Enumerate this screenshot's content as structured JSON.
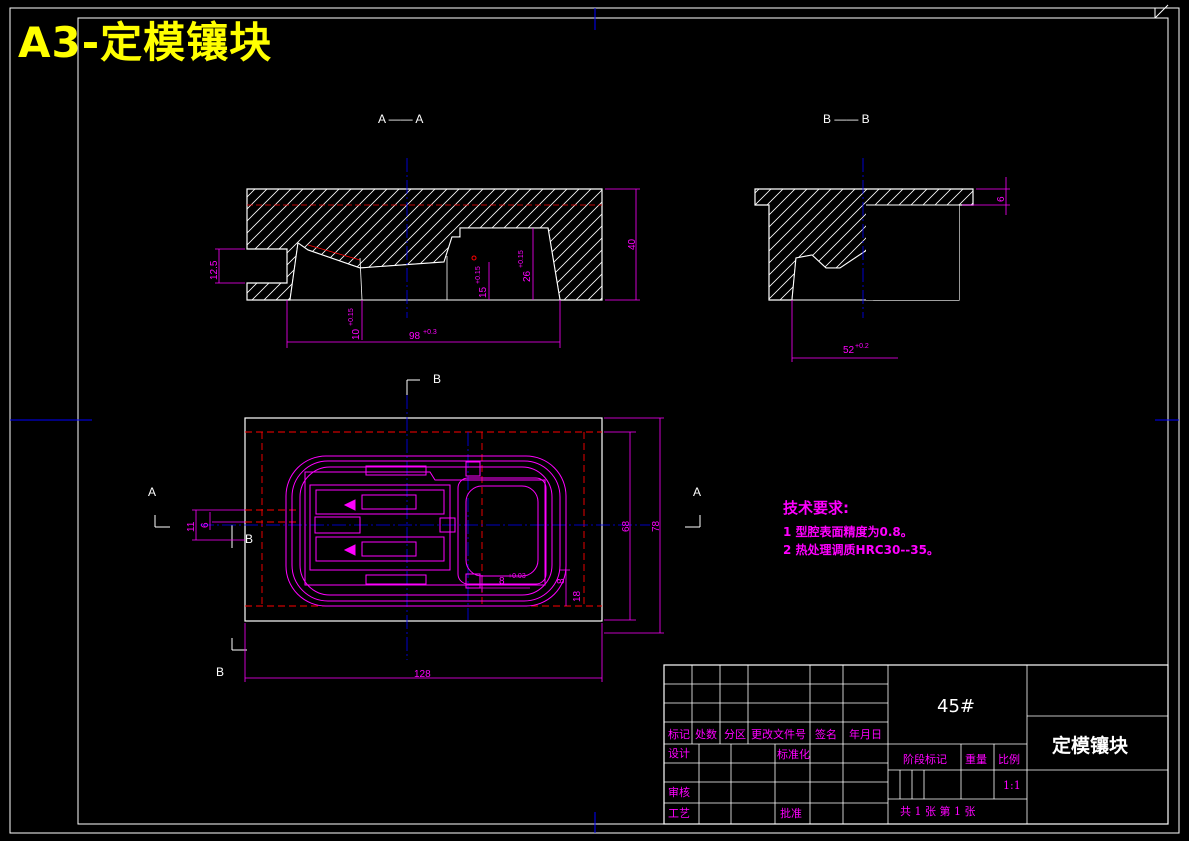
{
  "title": "A3-定模镶块",
  "section_labels": {
    "aa": "A —— A",
    "bb": "B —— B",
    "a_left": "A",
    "a_right": "A",
    "b_top": "B",
    "b_bottom": "B",
    "b_inner": "B"
  },
  "dimensions": {
    "d40": "40",
    "d12_5": "12.5",
    "d26": "26",
    "d26_tol": "+0.15",
    "d15": "15",
    "d15_tol": "+0.15",
    "d10": "10",
    "d10_tol": "+0.15",
    "d98": "98",
    "d98_tol": "+0.3",
    "d6": "6",
    "d52": "52",
    "d52_tol": "+0.2",
    "d68": "68",
    "d78": "78",
    "d11": "11",
    "d6b": "6",
    "d8": "8",
    "d8_tol": "+0.03",
    "d8b": "8",
    "d18": "18",
    "d128": "128"
  },
  "tech_requirements": {
    "title": "技术要求:",
    "items": [
      "1  型腔表面精度为0.8。",
      "2  热处理调质HRC30--35。"
    ]
  },
  "title_block": {
    "material": "45#",
    "part_name": "定模镶块",
    "labels": {
      "mark": "标记",
      "count": "处数",
      "zone": "分区",
      "doc_no": "更改文件号",
      "sign": "签名",
      "date": "年月日",
      "design": "设计",
      "standard": "标准化",
      "review": "审核",
      "process": "工艺",
      "approve": "批准",
      "stage": "阶段标记",
      "weight": "重量",
      "scale": "比例",
      "scale_value": "1:1",
      "sheets": "共 1  张  第 1 张"
    }
  },
  "colors": {
    "background": "#000000",
    "outline": "#ffffff",
    "centerline": "#0000ff",
    "dimension": "#ff00ff",
    "hidden": "#ff0000",
    "title": "#ffff00"
  }
}
